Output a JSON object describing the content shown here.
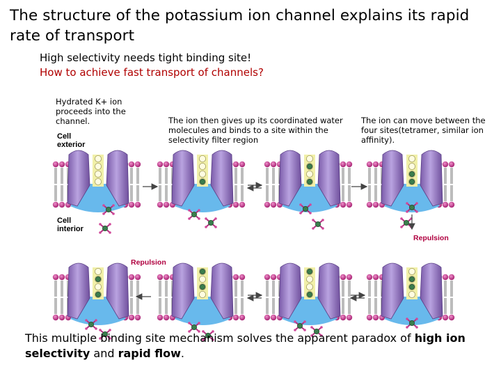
{
  "title": "The structure of the potassium ion channel explains its rapid rate of transport",
  "subtitle1": "High selectivity needs tight binding site!",
  "subtitle2": "How to achieve fast transport of channels?",
  "caption_step1": "Hydrated K+ ion proceeds into the channel.",
  "caption_step2": "The ion then gives up its coordinated water molecules and binds to a site within the selectivity filter region",
  "caption_step3": "The ion can move between the four sites(tetramer, similar ion affinity).",
  "label_cell_exterior": "Cell exterior",
  "label_cell_interior": "Cell interior",
  "label_repulsion": "Repulsion",
  "bottom_text_prefix": "This multiple binding site mechanism solves the apparent paradox of ",
  "bottom_bold_1": "high ion selectivity",
  "bottom_and": " and ",
  "bottom_bold_2": "rapid flow",
  "bottom_end": ".",
  "colors": {
    "subtitle_red": "#b00000",
    "channel_purple": "#9b7fc8",
    "pore_blue": "#68b9ec",
    "filter_yellow": "#f1f0a8",
    "head_magenta": "#c02b86",
    "ion_green": "#3b7d4d",
    "repulsion_red": "#b00040"
  }
}
